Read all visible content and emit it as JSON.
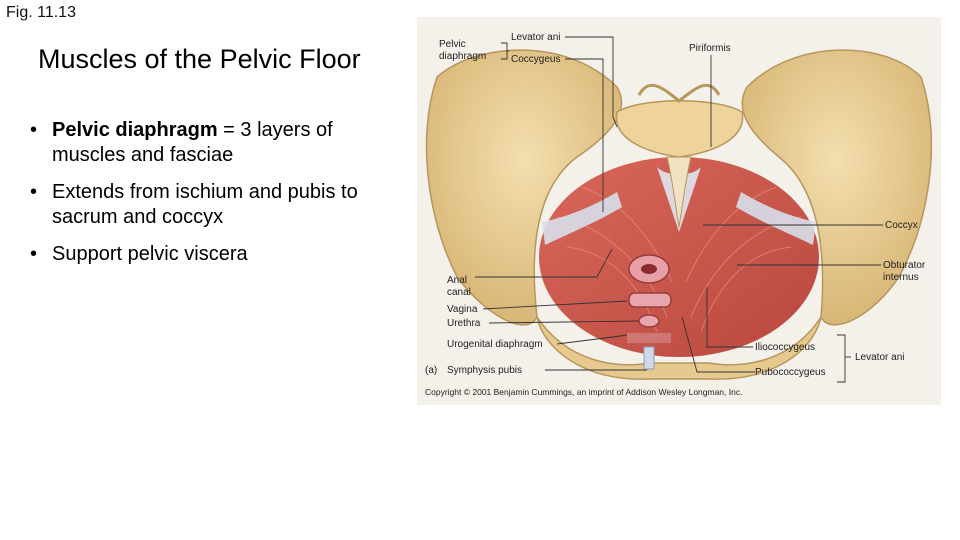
{
  "figure_ref": "Fig. 11.13",
  "title": "Muscles of the Pelvic Floor",
  "bullets": [
    {
      "bold": "Pelvic diaphragm",
      "text": " = 3 layers of muscles and fasciae"
    },
    {
      "bold": "",
      "text": "Extends from ischium and pubis to sacrum and coccyx"
    },
    {
      "bold": "",
      "text": "Support pelvic viscera"
    }
  ],
  "diagram": {
    "panel_letter": "(a)",
    "labels": {
      "levator_ani_top": "Levator ani",
      "pelvic_diaphragm_line1": "Pelvic",
      "pelvic_diaphragm_line2": "diaphragm",
      "coccygeus": "Coccygeus",
      "piriformis": "Piriformis",
      "coccyx": "Coccyx",
      "obturator_line1": "Obturator",
      "obturator_line2": "internus",
      "anal_canal_line1": "Anal",
      "anal_canal_line2": "canal",
      "vagina": "Vagina",
      "urethra": "Urethra",
      "urogenital_diaphragm": "Urogenital diaphragm",
      "symphysis_pubis": "Symphysis pubis",
      "iliococcygeus": "Iliococcygeus",
      "pubococcygeus": "Pubococcygeus",
      "levator_ani_right": "Levator ani"
    },
    "copyright": "Copyright © 2001 Benjamin Cummings, an imprint of Addison Wesley Longman, Inc."
  },
  "colors": {
    "bone": "#e9cf96",
    "bone_shadow": "#c9a765",
    "muscle": "#c9554a",
    "muscle_light": "#e07b6a",
    "fascia": "#cfd8e6",
    "panel_bg": "#f4f0ea"
  }
}
